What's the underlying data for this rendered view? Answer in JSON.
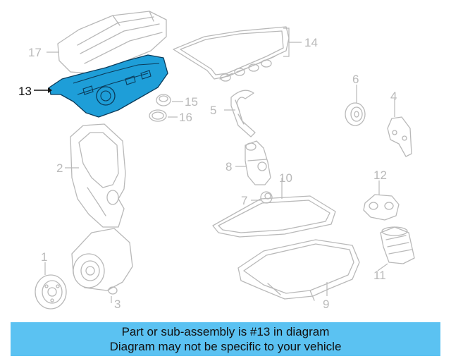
{
  "callouts": {
    "c1": "1",
    "c2": "2",
    "c3": "3",
    "c4": "4",
    "c5": "5",
    "c6": "6",
    "c7": "7",
    "c8": "8",
    "c9": "9",
    "c10": "10",
    "c11": "11",
    "c12": "12",
    "c13": "13",
    "c14": "14",
    "c15": "15",
    "c16": "16",
    "c17": "17"
  },
  "highlighted_part": "13",
  "colors": {
    "highlight": "#1e9ed8",
    "banner": "#5bc2f2",
    "outline": "#b9b9b9"
  },
  "banner": {
    "line1": "Part or sub-assembly is #13 in diagram",
    "line2": "Diagram may not be specific to your vehicle"
  }
}
